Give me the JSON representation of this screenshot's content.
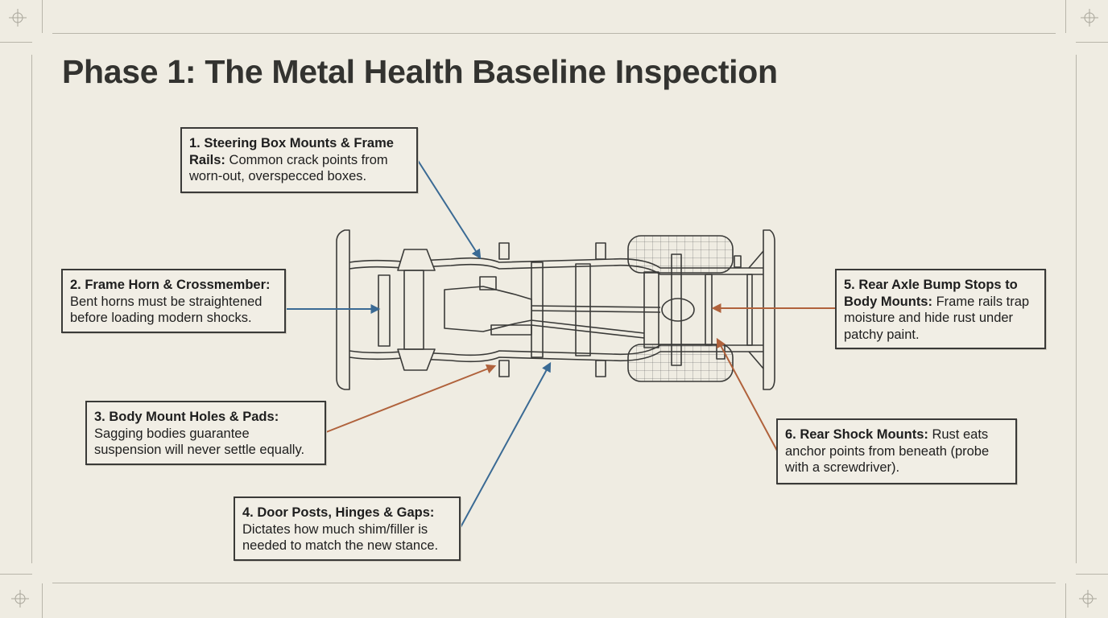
{
  "title": "Phase 1: The Metal Health Baseline Inspection",
  "colors": {
    "background": "#efece2",
    "blue_arrow": "#3a6a94",
    "rust_arrow": "#b0623c",
    "ink": "#333330"
  },
  "diagram": {
    "subject": "truck-chassis-top-view",
    "corner_icons": [
      "crosshair-icon",
      "crosshair-icon",
      "crosshair-icon",
      "crosshair-icon"
    ]
  },
  "callouts": [
    {
      "id": 1,
      "heading": "1. Steering Box Mounts & Frame Rails:",
      "body": " Common crack points from worn-out, overspecced boxes.",
      "arrow_color": "blue"
    },
    {
      "id": 2,
      "heading": "2. Frame Horn & Crossmember:",
      "body": " Bent horns must be straightened before loading modern shocks.",
      "arrow_color": "blue"
    },
    {
      "id": 3,
      "heading": "3. Body Mount Holes & Pads:",
      "body": " Sagging bodies guarantee suspension will never settle equally.",
      "arrow_color": "rust"
    },
    {
      "id": 4,
      "heading": "4. Door Posts, Hinges & Gaps:",
      "body": " Dictates how much shim/filler is needed to match the new stance.",
      "arrow_color": "blue"
    },
    {
      "id": 5,
      "heading": "5. Rear Axle Bump Stops to Body Mounts:",
      "body": " Frame rails trap moisture and hide rust under patchy paint.",
      "arrow_color": "rust"
    },
    {
      "id": 6,
      "heading": "6. Rear Shock Mounts:",
      "body": " Rust eats anchor points from beneath (probe with a screwdriver).",
      "arrow_color": "rust"
    }
  ]
}
